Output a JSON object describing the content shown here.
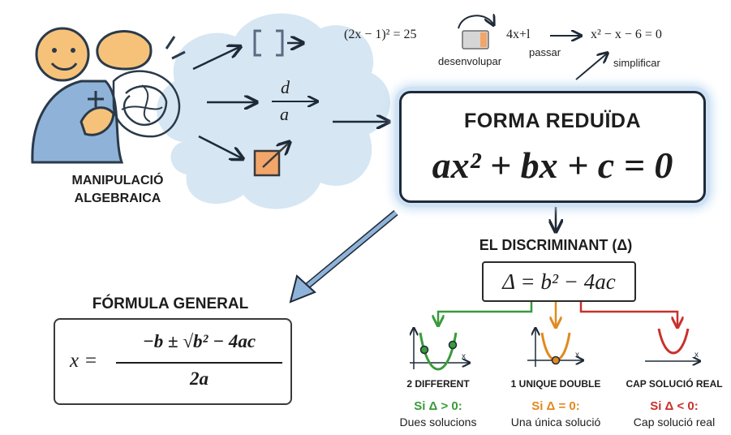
{
  "manipulation": {
    "title_line1": "MANIPULACIÓ",
    "title_line2": "ALGEBRAICA",
    "cloud_fraction_num": "d",
    "cloud_fraction_den": "a"
  },
  "top_flow": {
    "start_expr": "(2x − 1)² = 25",
    "mid_expr": "4x+l",
    "end_expr": "x² − x − 6 = 0",
    "step1_label": "desenvolupar",
    "step2_label": "passar",
    "step3_label": "simplificar"
  },
  "reduced_form": {
    "title": "FORMA REDUÏDA",
    "formula": "ax² + bx + c = 0"
  },
  "discriminant": {
    "title": "EL DISCRIMINANT (Δ)",
    "formula": "Δ = b² − 4ac"
  },
  "general_formula": {
    "title": "FÓRMULA GENERAL",
    "lhs": "x =",
    "numerator": "−b ± √b² − 4ac",
    "denominator": "2a"
  },
  "cases": [
    {
      "name": "2 DIFFERENT",
      "condition": "Si Δ > 0:",
      "description": "Dues solucions",
      "color": "#3a9a3c"
    },
    {
      "name": "1 UNIQUE DOUBLE",
      "condition": "Si Δ = 0:",
      "description": "Una única solució",
      "color": "#e08a1e"
    },
    {
      "name": "CAP SOLUCIÓ REAL",
      "condition": "Si Δ < 0:",
      "description": "Cap solució real",
      "color": "#c8312b"
    }
  ],
  "axis_label": "x",
  "colors": {
    "cloud": "#d6e6f3",
    "arrow_blue": "#8fb3d8",
    "dark": "#1e2a38",
    "green": "#3a9a3c",
    "orange": "#e08a1e",
    "red": "#c8312b",
    "icon_orange": "#f2a66a"
  }
}
